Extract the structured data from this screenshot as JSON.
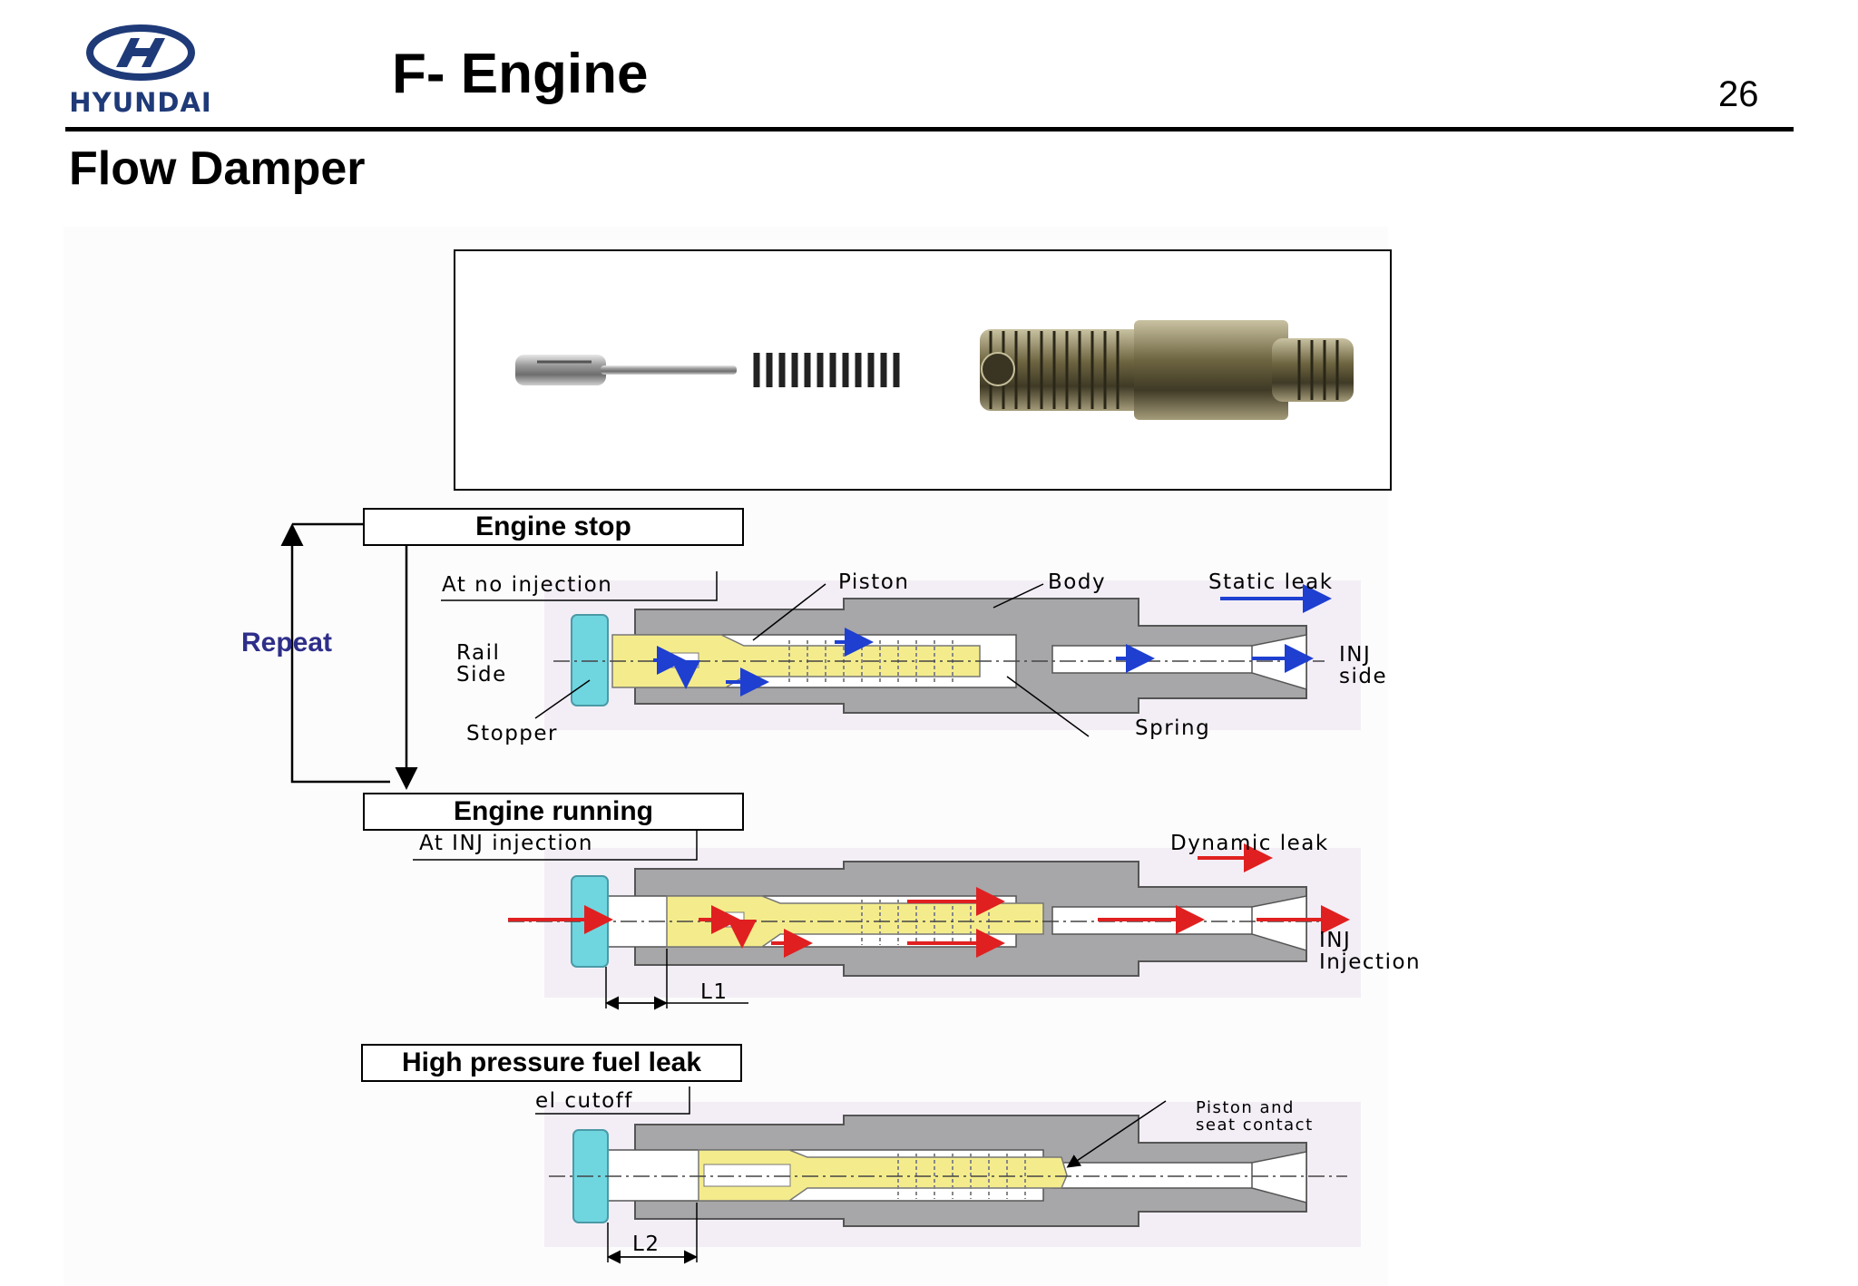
{
  "header": {
    "brand": "HYUNDAI",
    "title": "F- Engine",
    "page_number": "26"
  },
  "section_title": "Flow Damper",
  "diagram": {
    "repeat_label": "Repeat",
    "stages": [
      {
        "title": "Engine stop",
        "state": "At no injection",
        "labels": {
          "piston": "Piston",
          "body": "Body",
          "leak": "Static leak",
          "rail": "Rail\nSide",
          "inj": "INJ\nside",
          "stopper": "Stopper",
          "spring": "Spring"
        }
      },
      {
        "title": "Engine running",
        "state": "At INJ injection",
        "labels": {
          "leak": "Dynamic leak",
          "inj": "INJ\nInjection",
          "dimension": "L1"
        }
      },
      {
        "title": "High pressure fuel leak",
        "state": "el cutoff",
        "labels": {
          "contact": "Piston and\nseat contact",
          "dimension": "L2"
        }
      }
    ]
  },
  "colors": {
    "brand_blue": "#1f3a78",
    "repeat_text": "#2e2e8a",
    "body_gray": "#a7a6a8",
    "piston_yellow": "#f4ec8c",
    "stopper_cyan": "#6fd6e0",
    "flow_blue": "#1e3fd0",
    "flow_red": "#e02020"
  }
}
